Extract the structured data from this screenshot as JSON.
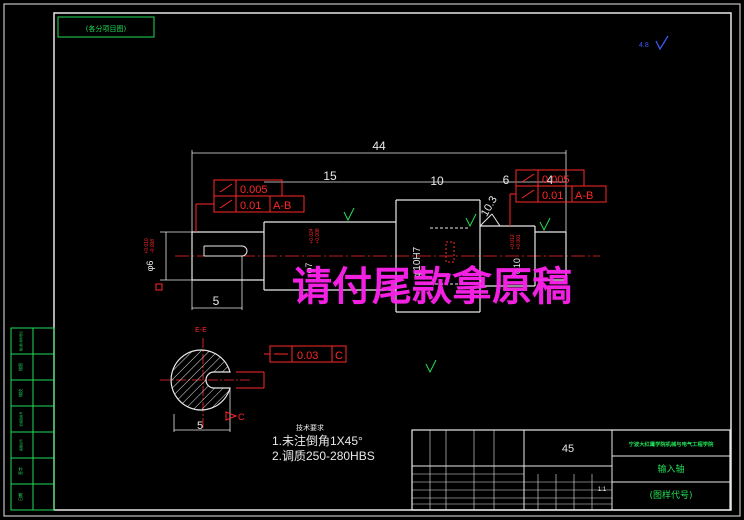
{
  "drawing": {
    "top_label": "(各分项目图)",
    "corner_mark": "4.8",
    "dimensions": {
      "overall_length": "44",
      "len_15": "15",
      "len_10": "10",
      "len_6": "6",
      "len_4": "4",
      "len_5": "5",
      "chamfer_len": "10.3",
      "bore": "φ10H7",
      "dia_left": "φ6",
      "left_tol_upper": "+0.010",
      "left_tol_lower": "-0.008",
      "mid_tol_upper": "+0.024",
      "mid_tol_lower": "+0.008",
      "right_dia": "φ10",
      "right_tol_upper": "+0.012",
      "right_tol_lower": "+0.001",
      "dia_7": "φ7",
      "section_width": "5"
    },
    "gdt": {
      "left_row1_val": "0.005",
      "left_row2_val": "0.01",
      "left_row2_ref": "A-B",
      "right_row1_val": "0.005",
      "right_row2_val": "0.01",
      "right_row2_ref": "A-B",
      "section_val": "0.03",
      "section_ref": "C",
      "datum_label": "C"
    },
    "section": {
      "label": "E-E"
    },
    "notes": {
      "title": "技术要求",
      "line1": "1.未注倒角1X45°",
      "line2": "2.调质250-280HBS"
    },
    "title_block": {
      "material": "45",
      "school": "宁波大红鹰学院机械与电气工程学院",
      "part_name": "输入轴",
      "drawing_code": "(图样代号)",
      "scale": "1:1"
    },
    "side_labels": [
      "借(通)用件登记",
      "描图",
      "描校",
      "旧底图总号",
      "底图总号",
      "签字",
      "日期"
    ],
    "watermark": "请付尾款拿原稿"
  },
  "colors": {
    "background": "#000000",
    "geometry": "#e8e8e8",
    "annotation": "#22dd55",
    "dimension": "#ff2828",
    "watermark": "#ff22ee",
    "accent_blue": "#3c5cff"
  }
}
